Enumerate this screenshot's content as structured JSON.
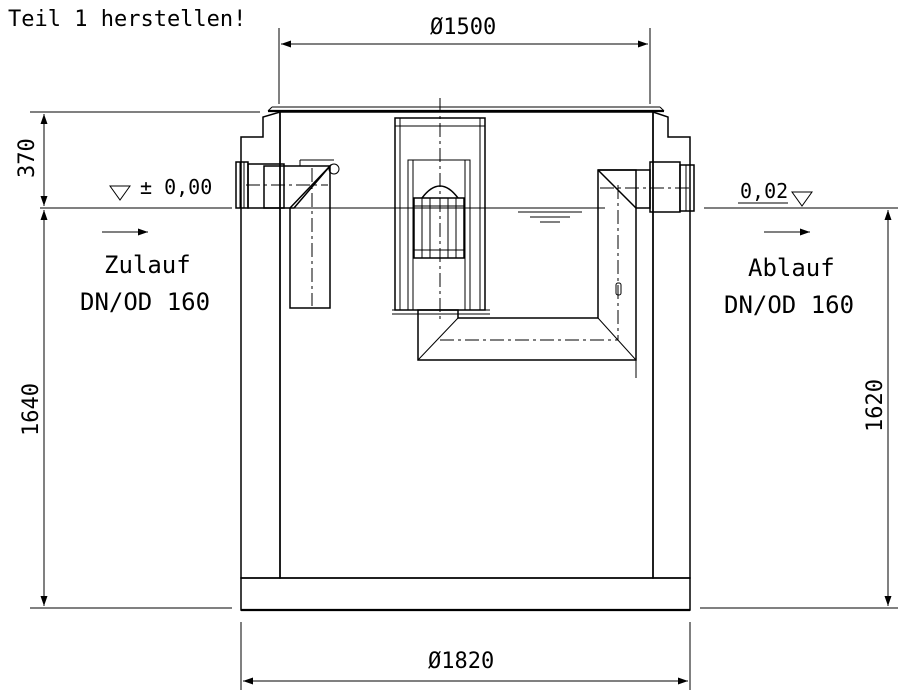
{
  "header": {
    "note": "Teil 1 herstellen!"
  },
  "dimensions": {
    "inner_diameter": "Ø1500",
    "outer_diameter": "Ø1820",
    "cover_height": "370",
    "left_height": "1640",
    "right_height": "1620"
  },
  "inlet": {
    "level": "± 0,00",
    "label": "Zulauf",
    "size": "DN/OD 160"
  },
  "outlet": {
    "level": "0,02",
    "label": "Ablauf",
    "size": "DN/OD 160"
  }
}
